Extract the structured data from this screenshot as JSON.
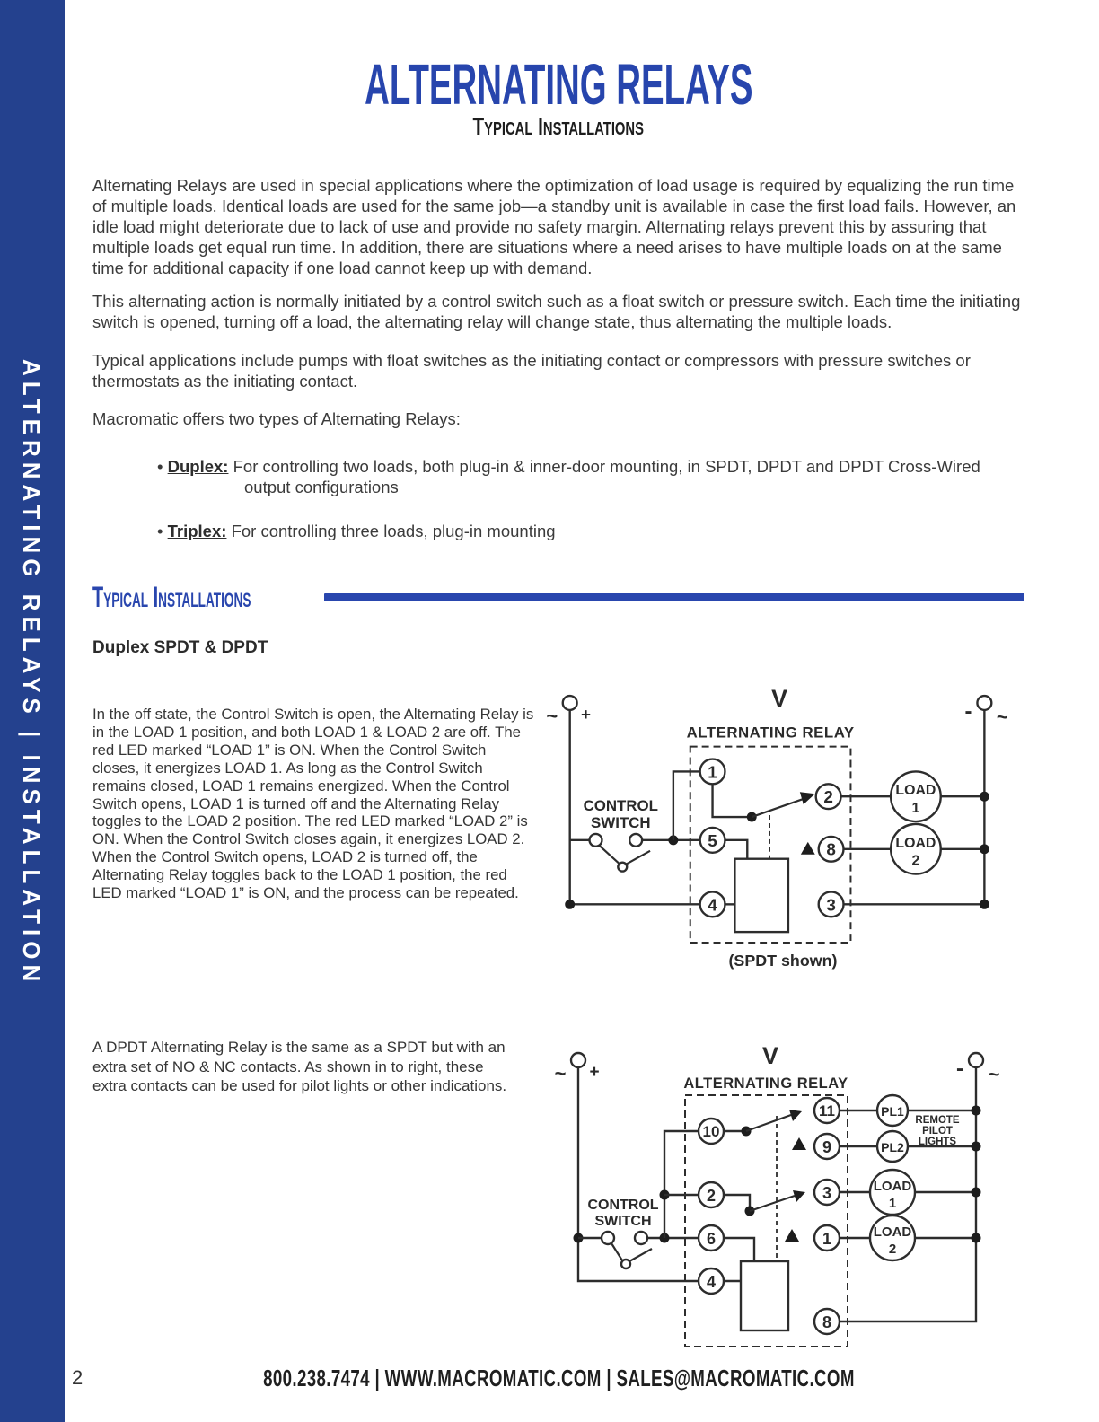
{
  "colors": {
    "brand_blue": "#2946ae",
    "sidebar_blue": "#24418e"
  },
  "sidebar": {
    "label": "ALTERNATING RELAYS | INSTALLATION"
  },
  "header": {
    "title": "ALTERNATING RELAYS",
    "subtitle": "Typical Installations"
  },
  "intro": {
    "p1": "Alternating Relays are used in special applications where the optimization of load usage is required by equalizing the run time of multiple loads.  Identical loads are used for the same job—a standby unit is available in case the first load fails.  However, an idle load might deteriorate due to lack of use and provide no safety margin.  Alternating relays prevent this by assuring that multiple loads get equal run time.  In addition, there are situations where a need arises to have multiple loads on at the same time for additional capacity if one load cannot keep up with demand.",
    "p2": "This alternating action is normally initiated by a control switch such as a float switch or pressure switch.  Each time the initiating switch is opened, turning off a load, the alternating relay will change state, thus alternating the multiple loads.",
    "p3": "Typical applications include pumps with float switches as the initiating contact or compressors with pressure switches or thermostats as the initiating contact.",
    "p4": "Macromatic offers two types of Alternating Relays:",
    "bullet_char": "•",
    "bullets": [
      {
        "term": "Duplex:",
        "desc": " For controlling two loads, both plug-in & inner-door mounting, in SPDT, DPDT and DPDT Cross-Wired output configurations"
      },
      {
        "term": "Triplex:",
        "desc": " For controlling three loads, plug-in mounting"
      }
    ]
  },
  "section": {
    "header": "Typical Installations",
    "sub_header": "Duplex SPDT & DPDT",
    "spdt_text": "In the off state, the Control Switch is open, the Alternating Relay is in the LOAD 1 position, and both LOAD 1 & LOAD 2 are off. The red LED marked “LOAD 1” is ON. When the Control Switch closes, it energizes LOAD 1. As long as the Control Switch remains closed, LOAD 1 remains energized. When the Control Switch opens, LOAD 1 is turned off and the Alternating Relay toggles to the LOAD 2 position. The red LED marked “LOAD 2” is ON. When the Control Switch closes again, it energizes LOAD 2. When the Control Switch opens, LOAD 2 is turned off, the Alternating Relay toggles back to the LOAD 1 position, the red LED marked “LOAD 1” is ON, and the process can be repeated.",
    "dpdt_text": "A DPDT Alternating Relay is the same as a SPDT but with an extra set of NO & NC contacts.  As shown in to right, these extra contacts can be used for pilot lights or other indications."
  },
  "diagram_spdt": {
    "v": "V",
    "left_tilde": "~",
    "left_plus": "+",
    "right_minus": "-",
    "right_tilde": "~",
    "relay_label": "ALTERNATING RELAY",
    "control_line1": "CONTROL",
    "control_line2": "SWITCH",
    "t1": "1",
    "t2": "2",
    "t3": "3",
    "t4": "4",
    "t5": "5",
    "t8": "8",
    "load1_top": "LOAD",
    "load1_num": "1",
    "load2_top": "LOAD",
    "load2_num": "2",
    "caption": "(SPDT shown)"
  },
  "diagram_dpdt": {
    "v": "V",
    "left_tilde": "~",
    "left_plus": "+",
    "right_minus": "-",
    "right_tilde": "~",
    "relay_label": "ALTERNATING RELAY",
    "control_line1": "CONTROL",
    "control_line2": "SWITCH",
    "t1": "1",
    "t2": "2",
    "t3": "3",
    "t4": "4",
    "t6": "6",
    "t8": "8",
    "t9": "9",
    "t10": "10",
    "t11": "11",
    "pl1": "PL1",
    "pl2": "PL2",
    "remote1": "REMOTE",
    "remote2": "PILOT",
    "remote3": "LIGHTS",
    "load1_top": "LOAD",
    "load1_num": "1",
    "load2_top": "LOAD",
    "load2_num": "2"
  },
  "footer": {
    "page_number": "2",
    "contact": "800.238.7474  |  WWW.MACROMATIC.COM  |  SALES@MACROMATIC.COM"
  }
}
